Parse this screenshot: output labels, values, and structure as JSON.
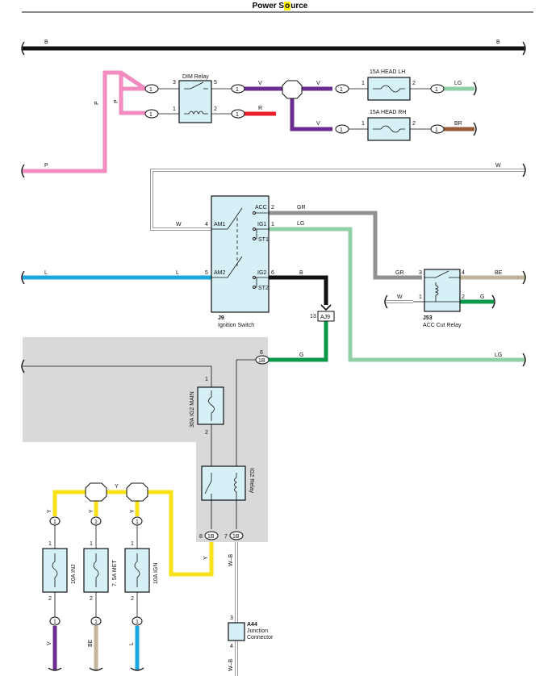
{
  "header": {
    "title_a": "Power S",
    "title_hl": "o",
    "title_b": "urce"
  },
  "wires": {
    "b": "B",
    "p": "P",
    "v": "V",
    "r": "R",
    "lg": "LG",
    "br": "BR",
    "w": "W",
    "gr": "GR",
    "l": "L",
    "be": "BE",
    "g": "G",
    "y": "Y",
    "wb": "W–B"
  },
  "components": {
    "dim_relay": "DIM Relay",
    "head_lh": "15A HEAD LH",
    "head_rh": "15A HEAD RH",
    "ign_id": "J9",
    "ign_name": "Ignition Switch",
    "ign_terms": {
      "acc": "ACC",
      "ig1": "IG1",
      "st1": "ST1",
      "am1": "AM1",
      "am2": "AM2",
      "ig2": "IG2",
      "st2": "ST2"
    },
    "acc_id": "J53",
    "acc_name": "ACC Cut Relay",
    "ig2_main": "30A IG2 MAIN",
    "ig2_relay": "IG2 Relay",
    "fuse_inj": "10A INJ",
    "fuse_met": "7. 5A MET",
    "fuse_ign": "10A IGN",
    "jc_id": "A44",
    "jc_name1": "Junction",
    "jc_name2": "Connector"
  },
  "connectors": {
    "aj9": "AJ9",
    "c1b": "1B"
  },
  "pins": {
    "p1": "1",
    "p2": "2",
    "p3": "3",
    "p4": "4",
    "p5": "5",
    "p6": "6",
    "p7": "7",
    "p8": "8",
    "p13": "13"
  },
  "colors": {
    "black": "#111111",
    "pink": "#f08cc0",
    "violet": "#6b2c91",
    "red": "#e8202a",
    "light_green": "#8fd0a4",
    "brown": "#9a5a3c",
    "gray": "#8f9193",
    "blue": "#1aa7e0",
    "beige": "#c2b59c",
    "green": "#0a9a47",
    "yellow": "#f7e21a",
    "shade": "#d8d9da",
    "component_fill": "#d6f0f7"
  }
}
